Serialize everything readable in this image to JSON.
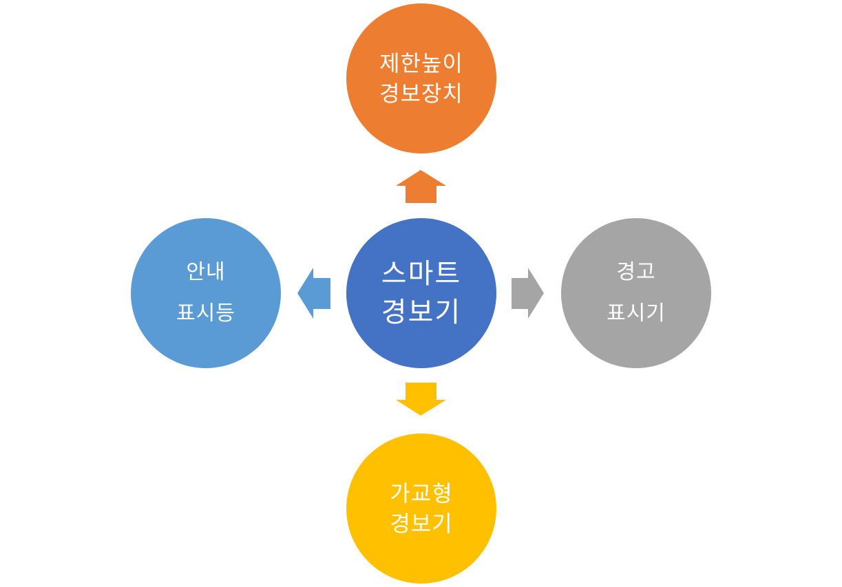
{
  "center": {
    "lines": [
      "스마트",
      "경보기"
    ],
    "color": "#4472C4"
  },
  "top": {
    "lines": [
      "제한높이",
      "경보장치"
    ],
    "color": "#ED7D31"
  },
  "bottom": {
    "lines": [
      "가교형",
      "경보기"
    ],
    "color": "#FFC000"
  },
  "left": {
    "lines": [
      "안내",
      "표시등"
    ],
    "color": "#5B9BD5"
  },
  "right": {
    "lines": [
      "경고",
      "표시기"
    ],
    "color": "#A5A5A5"
  }
}
